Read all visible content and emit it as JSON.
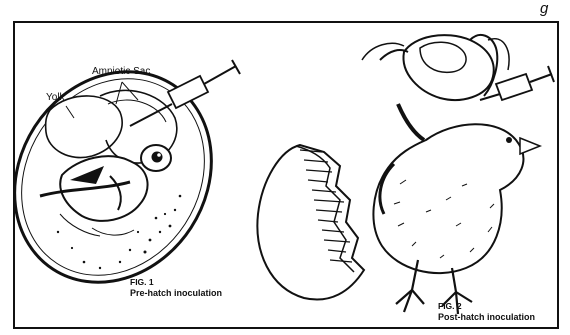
{
  "top_right_fragment": "g",
  "fig1": {
    "label_yolk": "Yolk",
    "label_amniotic": "Amniotic Sac",
    "caption_number": "FIG. 1",
    "caption_title": "Pre-hatch inoculation"
  },
  "fig2": {
    "caption_number": "FIG. 2",
    "caption_title": "Post-hatch inoculation"
  },
  "colors": {
    "ink": "#111111",
    "paper": "#ffffff"
  }
}
